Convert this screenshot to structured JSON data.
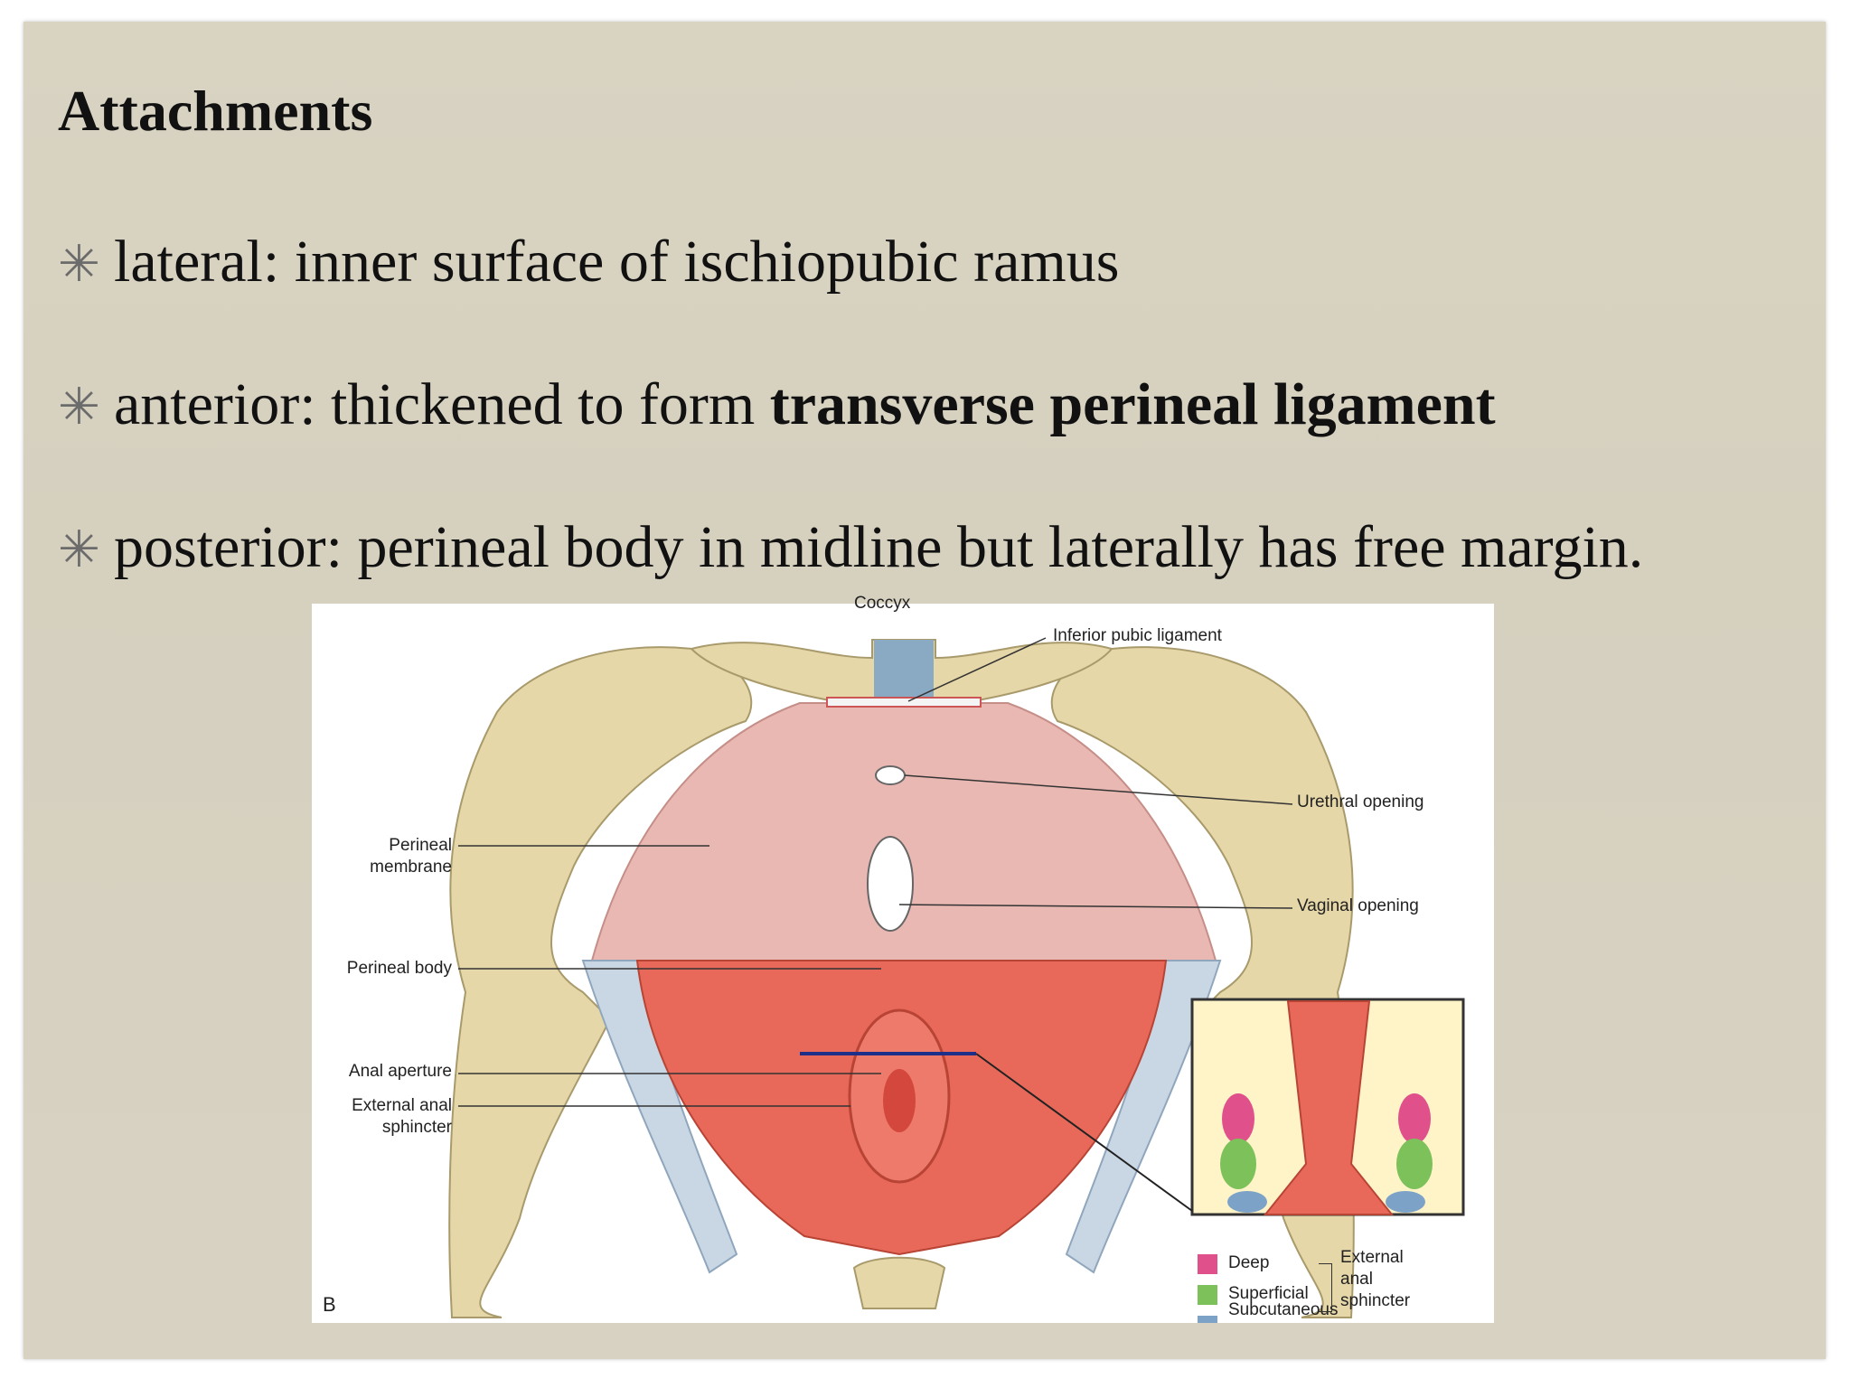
{
  "slide": {
    "title": "Attachments",
    "bullets": [
      {
        "marker": "✳",
        "text": "lateral: inner surface of ischiopubic ramus"
      },
      {
        "marker": "✳",
        "text_plain": "anterior: thickened to form ",
        "text_bold": "transverse perineal ligament"
      },
      {
        "marker": "✳",
        "text": "posterior: perineal body in midline but laterally has free margin."
      }
    ]
  },
  "figure": {
    "top_cut_label": "Coccyx",
    "panel_letter": "B",
    "labels": {
      "inferior_pubic_ligament": "Inferior pubic ligament",
      "urethral_opening": "Urethral opening",
      "vaginal_opening": "Vaginal opening",
      "perineal_membrane": "Perineal\nmembrane",
      "perineal_body": "Perineal body",
      "anal_aperture": "Anal aperture",
      "external_anal_sphincter": "External anal\nsphincter"
    },
    "legend": {
      "items": [
        {
          "label": "Deep",
          "color": "#e0508a"
        },
        {
          "label": "Superficial",
          "color": "#7cc15a"
        },
        {
          "label": "Subcutaneous",
          "color": "#7da2c8"
        }
      ],
      "group_label": "External\nanal\nsphincter"
    },
    "colors": {
      "bone": "#e6d7a8",
      "membrane": "#e9b8b3",
      "muscle": "#e8695a",
      "ligament": "#c9d6e3"
    }
  }
}
